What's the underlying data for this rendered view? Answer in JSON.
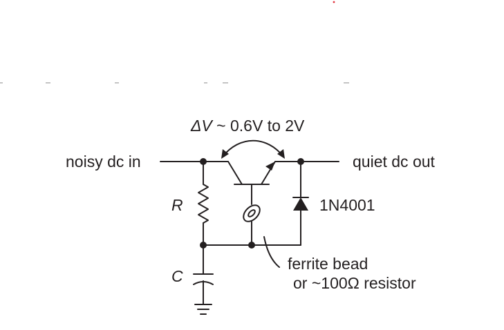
{
  "diagram": {
    "delta_v_symbol": "ΔV",
    "delta_v_range": " ~ 0.6V to 2V",
    "input_label": "noisy dc in",
    "output_label": "quiet dc out",
    "resistor_label": "R",
    "capacitor_label": "C",
    "diode_label": "1N4001",
    "bead_label_line1": "ferrite bead",
    "bead_label_line2": "or ~100Ω resistor"
  },
  "colors": {
    "ink": "#231f20",
    "stray_dot": "#e0303a",
    "background": "#ffffff"
  }
}
